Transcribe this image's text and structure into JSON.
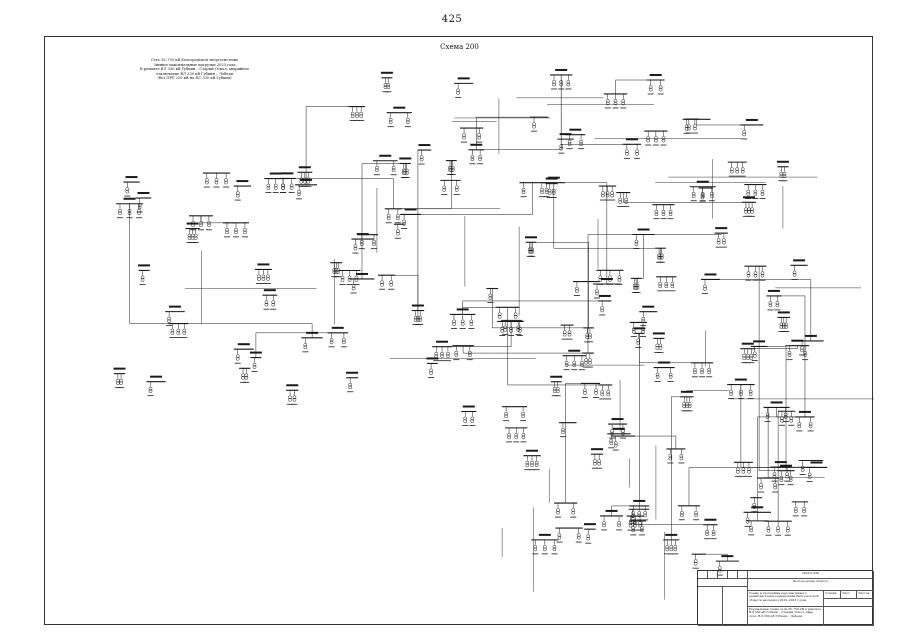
{
  "page": {
    "number": "425"
  },
  "scheme": {
    "title": "Схема 200",
    "caption_lines": [
      "Сеть 35–750 кВ Белгородской энергосистемы",
      "Зимние максимальные нагрузки 2023 года",
      "В ремонте ВЛ 330 кВ Губкин – Старый Оскол, аварийное",
      "отключение ВЛ 330 кВ Губкин – Лебеди",
      "(без ПРУ 220 кВ на ПС 330 кВ Губкин)"
    ]
  },
  "title_block": {
    "code": "2023-2-200",
    "region": "Белгородская область",
    "description": "Схема и программа перспективного развития электроэнергетики Белгородской области на период 2019–2023 годов",
    "sheet_title": "Нормальная схема сети 35–750 кВ в ремонте ВЛ 330 кВ Губкин – Старый Оскол, авар. откл. ВЛ 330 кВ Губкин – Лебеди",
    "stage_label": "Стадия",
    "sheet_label": "Лист",
    "sheets_label": "Листов"
  },
  "colors": {
    "ink": "#1a1a1a",
    "paper": "#ffffff",
    "frame": "#333333"
  }
}
